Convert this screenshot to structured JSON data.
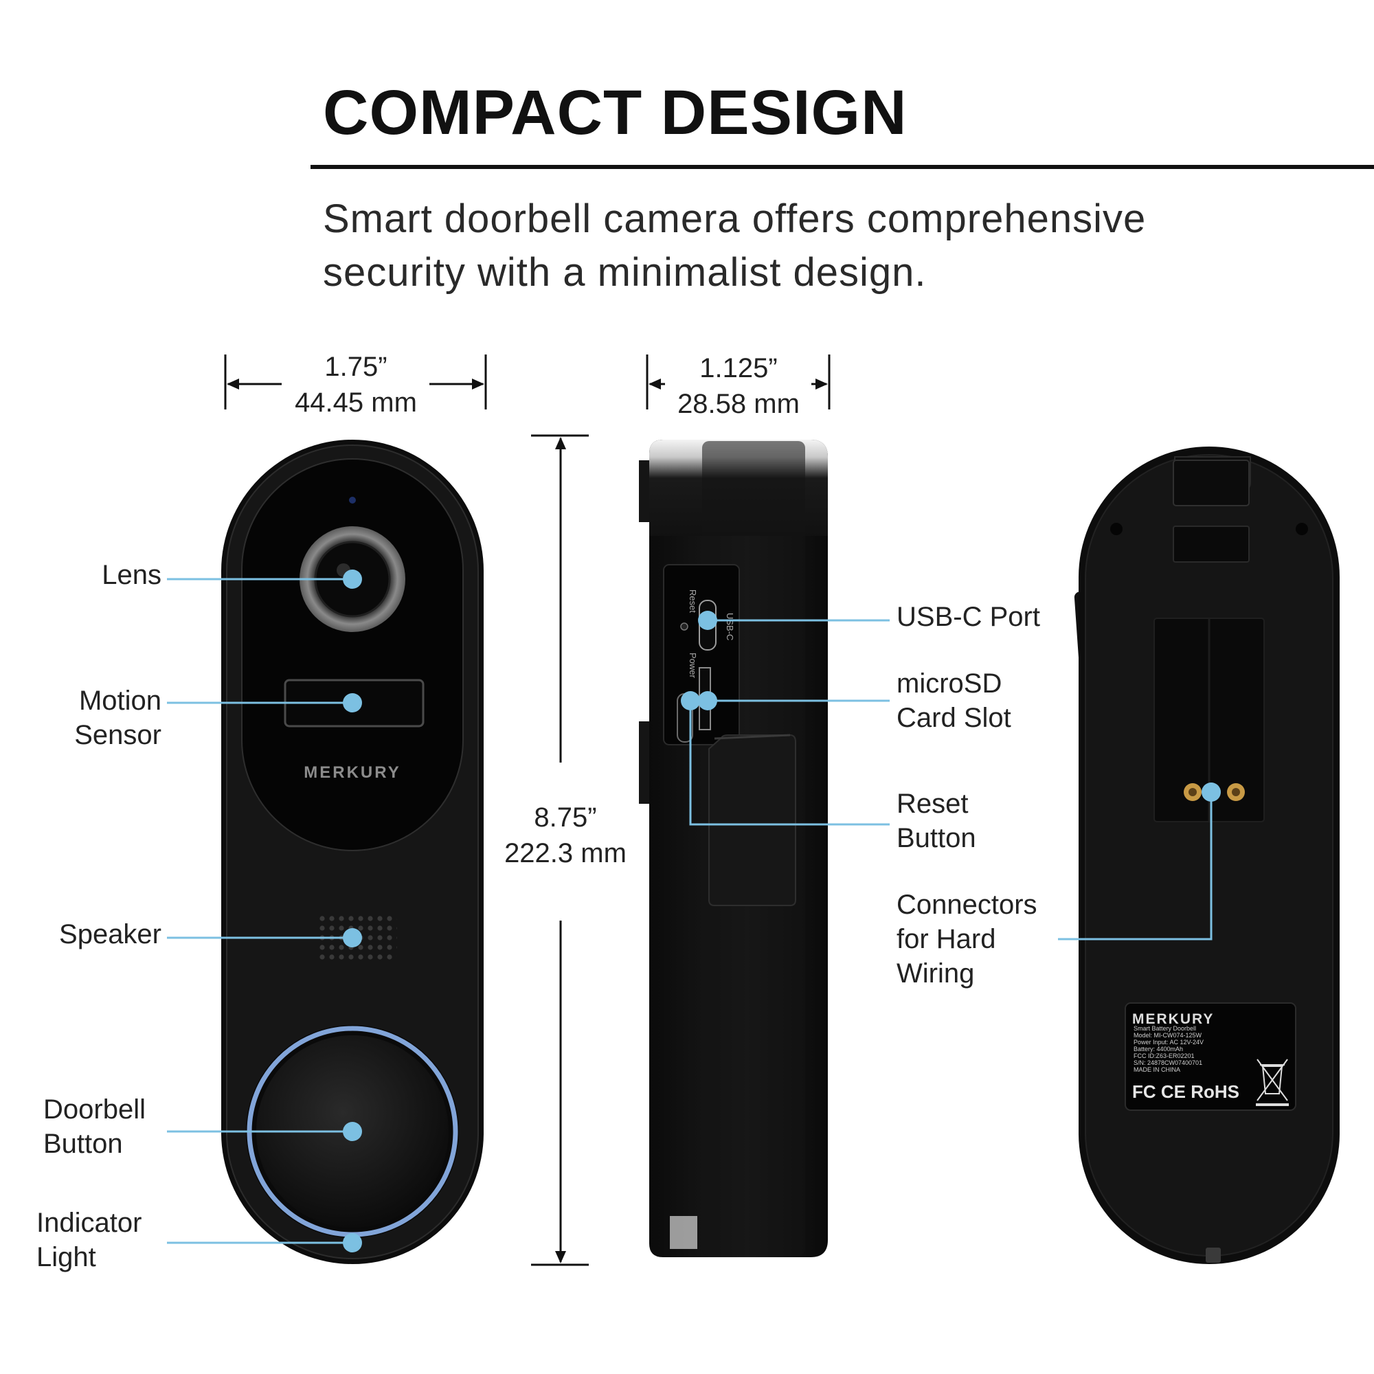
{
  "heading": {
    "title": "COMPACT DESIGN",
    "subtitle_line1": "Smart doorbell camera offers comprehensive",
    "subtitle_line2": "security with a minimalist design."
  },
  "dimensions": {
    "width_in": "1.75”",
    "width_mm": "44.45 mm",
    "depth_in": "1.125”",
    "depth_mm": "28.58 mm",
    "height_in": "8.75”",
    "height_mm": "222.3 mm"
  },
  "front_callouts": {
    "lens": "Lens",
    "motion_line1": "Motion",
    "motion_line2": "Sensor",
    "speaker": "Speaker",
    "doorbell_line1": "Doorbell",
    "doorbell_line2": "Button",
    "indicator_line1": "Indicator",
    "indicator_line2": "Light"
  },
  "side_callouts": {
    "usbc": "USB-C Port",
    "microsd_line1": "microSD",
    "microsd_line2": "Card Slot",
    "reset_line1": "Reset",
    "reset_line2": "Button"
  },
  "back_callouts": {
    "connectors_line1": "Connectors",
    "connectors_line2": "for Hard",
    "connectors_line3": "Wiring"
  },
  "device_markings": {
    "front_brand": "MERKURY",
    "port_reset": "Reset",
    "port_usbc": "USB-C",
    "port_power": "Power",
    "label_brand": "MERKURY",
    "label_lines": [
      "Smart Battery Doorbell",
      "Model: MI-CW074-125W",
      "Power Input: AC 12V-24V",
      "Battery: 4400mAh",
      "FCC ID:Z63-ER02201",
      "S/N: 24878CW07400701",
      "MADE IN CHINA"
    ],
    "label_certifications": "FC CE RoHS"
  },
  "colors": {
    "callout_dot": "#7cc0e2",
    "callout_line": "#7cc0e2",
    "ring_light": "#8fb6f0",
    "device_body": "#141414",
    "text": "#222222"
  }
}
